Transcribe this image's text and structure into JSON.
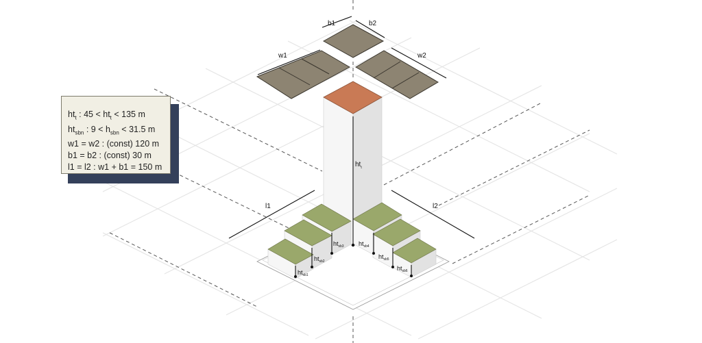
{
  "legend": {
    "line1": {
      "a": "ht",
      "a_sub": "t",
      "b": " : 45 < ht",
      "b_sub": "t",
      "c": " <  135 m"
    },
    "line2": {
      "a": "ht",
      "a_sub": "sbn",
      "b": " : 9 < h",
      "b_sub": "sbn",
      "c": " <  31.5 m"
    },
    "line3": "w1 = w2 : (const) 120 m",
    "line4": "b1 = b2 : (const) 30 m",
    "line5": "l1 = l2 : w1 + b1 = 150 m"
  },
  "labels": {
    "b1": "b1",
    "b2": "b2",
    "w1": "w1",
    "w2": "w2",
    "l1": "l1",
    "l2": "l2",
    "ht": "ht",
    "ht_sub": "t",
    "sb1": "ht",
    "sb1_sub": "sb1",
    "sb2": "ht",
    "sb2_sub": "sb2",
    "sb3": "ht",
    "sb3_sub": "sb3",
    "sb4": "ht",
    "sb4_sub": "sb4",
    "sb5": "ht",
    "sb5_sub": "sb5",
    "sb6": "ht",
    "sb6_sub": "sb6"
  },
  "colors": {
    "tower_roof": "#c97a55",
    "podium_roof": "#9aa86b",
    "panel": "#8d8472",
    "legend_bg": "#f1efe4",
    "legend_shadow": "#34405a"
  }
}
